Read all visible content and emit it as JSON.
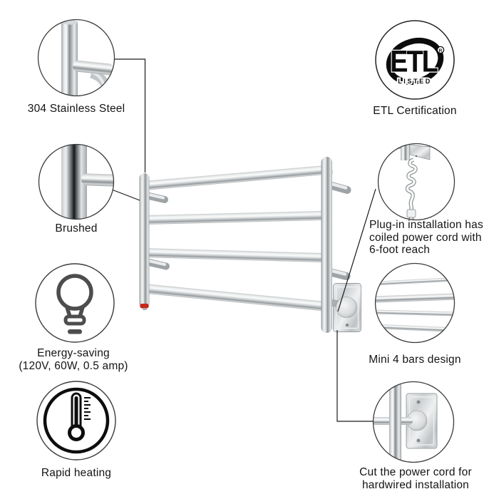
{
  "page": {
    "background": "#ffffff"
  },
  "colors": {
    "text": "#141414",
    "callout_line": "#1a1a1a",
    "circle_outline": "#3b3b3b",
    "icon_gray": "#4d4d4d",
    "icon_black": "#0d0d0d",
    "indicator_red": "#c5271b"
  },
  "callouts": {
    "stainless": {
      "label": "304 Stainless Steel",
      "image": "steel-tube-closeup"
    },
    "brushed": {
      "label": "Brushed",
      "image": "brushed-finish-closeup"
    },
    "energy": {
      "line1": "Energy-saving",
      "line2": "(120V, 60W, 0.5 amp)",
      "icon": "lightbulb-icon"
    },
    "rapid": {
      "label": "Rapid heating",
      "icon": "thermometer-icon"
    },
    "etl": {
      "label": "ETL Certification",
      "logo_main": "ETL",
      "logo_sub": "LISTED",
      "logo_reg": "R"
    },
    "plugin": {
      "line1": "Plug-in installation has",
      "line2": "coiled power cord with",
      "line3": "6-foot reach",
      "image": "coiled-power-cord"
    },
    "minibars": {
      "label": "Mini 4 bars design",
      "image": "four-bars-closeup"
    },
    "hardwire": {
      "line1": "Cut the power cord for",
      "line2": "hardwired installation",
      "image": "wall-plate-closeup"
    }
  },
  "product": {
    "description": "4-bar wall-mounted towel warmer"
  }
}
